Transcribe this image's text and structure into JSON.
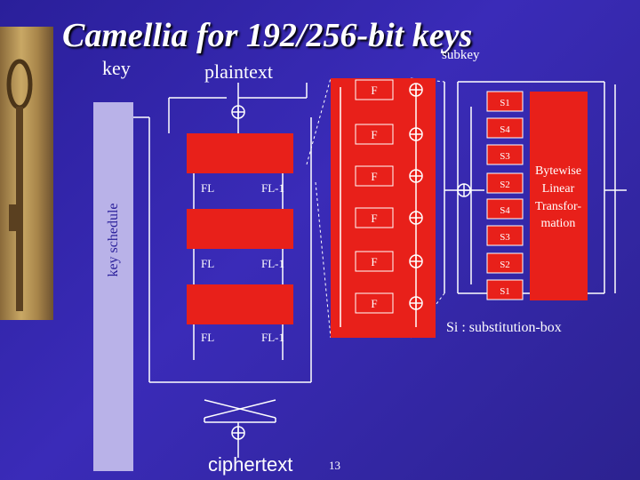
{
  "title": "Camellia for 192/256-bit keys",
  "labels": {
    "key": "key",
    "plaintext": "plaintext",
    "subkey": "subkey",
    "key_schedule": "key schedule",
    "ciphertext": "ciphertext",
    "page_number": "13",
    "bytewise": "Bytewise Linear Transfor- mation",
    "sbox_note": "Si : substitution-box"
  },
  "f_label": "F",
  "fl_labels": [
    "FL",
    "FL-1"
  ],
  "sboxes": [
    "S1",
    "S4",
    "S3",
    "S2",
    "S4",
    "S3",
    "S2",
    "S1"
  ],
  "colors": {
    "background": "#2f24a8",
    "red_block": "#e8201a",
    "key_schedule": "#b9b2e8",
    "line": "#ffffff"
  }
}
